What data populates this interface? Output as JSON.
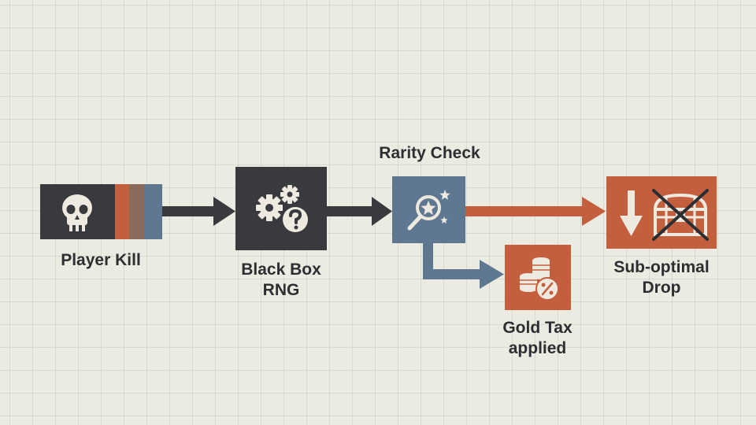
{
  "colors": {
    "background": "#ecebe1",
    "dark": "#393a3d",
    "slate": "#5e7891",
    "rust": "#c45f3d",
    "bronze": "#8a6a5a",
    "light": "#eeeae0"
  },
  "nodes": {
    "player_kill": {
      "label": "Player Kill",
      "icon": "skull-icon"
    },
    "black_box": {
      "label": "Black Box\nRNG",
      "icon": "gears-question-icon"
    },
    "rarity_check": {
      "label": "Rarity Check",
      "icon": "magnifier-star-icon"
    },
    "gold_tax": {
      "label": "Gold Tax\napplied",
      "icon": "coins-percent-icon"
    },
    "drop": {
      "label": "Sub-optimal\nDrop",
      "icon": "down-arrow-crossed-chest-icon"
    }
  },
  "edges": [
    {
      "from": "player_kill",
      "to": "black_box",
      "color": "#393a3d"
    },
    {
      "from": "black_box",
      "to": "rarity_check",
      "color": "#393a3d"
    },
    {
      "from": "rarity_check",
      "to": "drop",
      "color": "#c45f3d"
    },
    {
      "from": "rarity_check",
      "to": "gold_tax",
      "color": "#5e7891"
    }
  ]
}
